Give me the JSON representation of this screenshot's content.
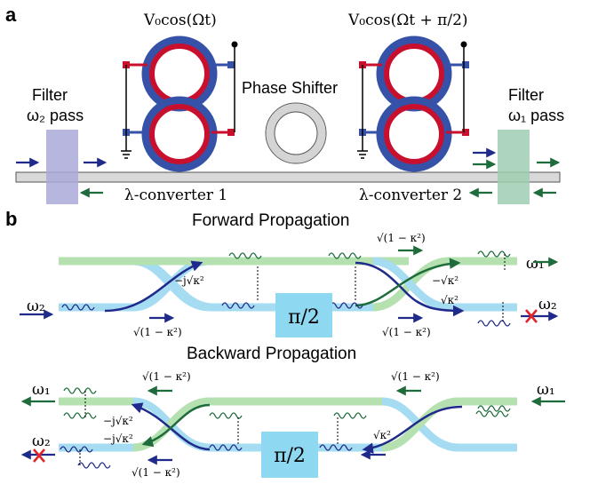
{
  "panel_a": {
    "letter": "a",
    "voltage_left": "V₀cos(Ωt)",
    "voltage_right": "V₀cos(Ωt + π/2)",
    "phase_shifter_label": "Phase Shifter",
    "filter_left_title": "Filter",
    "filter_left_pass": "ω₂ pass",
    "filter_right_title": "Filter",
    "filter_right_pass": "ω₁ pass",
    "converter_1": "λ-converter 1",
    "converter_2": "λ-converter 2",
    "colors": {
      "filter_left": "#a9a9d8",
      "filter_right": "#9fcdb0",
      "ring_outer": "#3552a8",
      "ring_inner": "#c8102e",
      "waveguide": "#d9d9d9",
      "blue_arrow": "#1f2a8a",
      "green_arrow": "#1e6b3b"
    }
  },
  "panel_b": {
    "letter": "b",
    "forward": {
      "title": "Forward Propagation",
      "input": "ω₂",
      "output_top": "ω₁",
      "output_bottom": "ω₂",
      "phase_shifter": "π/2",
      "coeff_straight_1": "√(1 − κ²)",
      "coeff_cross_1": "−j√κ²",
      "coeff_straight_2_top": "√(1 − κ²)",
      "coeff_cross_2_top": "−√κ²",
      "coeff_cross_2_bottom": "√κ²",
      "coeff_straight_2_bottom": "√(1 − κ²)"
    },
    "backward": {
      "title": "Backward Propagation",
      "input": "ω₁",
      "output_top": "ω₁",
      "output_bottom": "ω₂",
      "phase_shifter": "π/2",
      "coeff_top_right": "√(1 − κ²)",
      "coeff_cross_right": "√κ²",
      "coeff_top_left": "√(1 − κ²)",
      "coeff_cross_left_a": "−j√κ²",
      "coeff_cross_left_b": "−j√κ²",
      "coeff_bottom_left": "√(1 − κ²)"
    },
    "colors": {
      "green_guide": "#b5e0b0",
      "blue_guide": "#a6dcf2",
      "phase_box": "#8fd8f2",
      "blue_wave": "#1f2a8a",
      "green_wave": "#1e6b3b",
      "cross": "#e0242b"
    }
  }
}
